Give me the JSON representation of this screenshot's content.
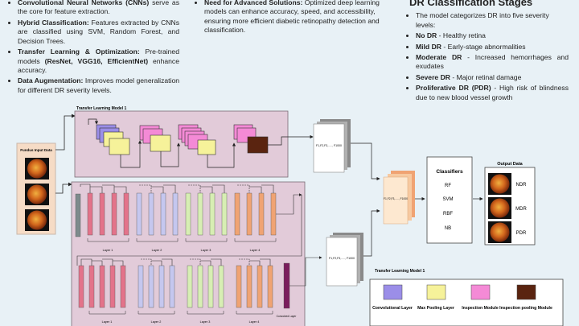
{
  "text_panels": {
    "cnn": {
      "heading": "Convolutional Neural Networks (CNNs)",
      "body": " serve as the core for feature extraction."
    },
    "hybrid": {
      "heading": "Hybrid Classification:",
      "body": " Features extracted by CNNs are classified using SVM, Random Forest, and Decision Trees."
    },
    "transfer": {
      "heading": "Transfer Learning & Optimization:",
      "body1": " Pre-trained models ",
      "models": "(ResNet, VGG16, EfficientNet)",
      "body2": " enhance accuracy."
    },
    "augment": {
      "heading": "Data Augmentation:",
      "body": " Improves model generalization for different DR severity levels."
    },
    "need": {
      "heading": "Need for Advanced Solutions:",
      "body": " Optimized deep learning models can enhance accuracy, speed, and accessibility, ensuring more efficient diabetic retinopathy detection and classification."
    },
    "stages": {
      "title": "DR Classification Stages",
      "intro": "The model categorizes DR into five severity levels:",
      "items": [
        {
          "name": "No DR",
          "desc": " - Healthy retina"
        },
        {
          "name": "Mild DR",
          "desc": " - Early-stage abnormalities"
        },
        {
          "name": "Moderate DR",
          "desc": " - Increased hemorrhages and exudates"
        },
        {
          "name": "Severe DR",
          "desc": " - Major retinal damage"
        },
        {
          "name": "Proliferative DR (PDR)",
          "desc": " - High risk of blindness due to new blood vessel growth"
        }
      ]
    }
  },
  "diagram": {
    "tl_model_top": "Transfer Learning Model 1",
    "fundus_label": "Fundus Input Data",
    "feature_vector": "F1,F2,F3,....., F1000",
    "layer_labels_row1": [
      "Layer 1",
      "Layer 2",
      "Layer 3",
      "Layer 4"
    ],
    "layer_labels_row2": [
      "Layer 1",
      "Layer 2",
      "Layer 3",
      "Layer 4"
    ],
    "convolved_layer": "Convolved Layer",
    "classifiers_title": "Classifiers",
    "classifiers": [
      "RF",
      "SVM",
      "RBF",
      "NB"
    ],
    "output_title": "Output Data",
    "outputs": [
      "NDR",
      "MDR",
      "PDR"
    ],
    "legend_title": "Transfer Learning Model 1",
    "legend": [
      {
        "label": "Convolutional Layer",
        "color": "#9b8ee8"
      },
      {
        "label": "Max Pooling Layer",
        "color": "#f6f29a"
      },
      {
        "label": "Inspection Module",
        "color": "#f48ad6"
      },
      {
        "label": "Inspection pooling Module",
        "color": "#5a2410"
      }
    ]
  },
  "colors": {
    "background": "#e8f1f6",
    "panel": "#e2cbd9",
    "pink_block": "#e3738a",
    "lavender_block": "#c5c7ef",
    "green_block": "#d7eeb3",
    "orange_block": "#f0a373",
    "purple_block": "#7a1d5c",
    "gray_block": "#7d8b8c"
  }
}
